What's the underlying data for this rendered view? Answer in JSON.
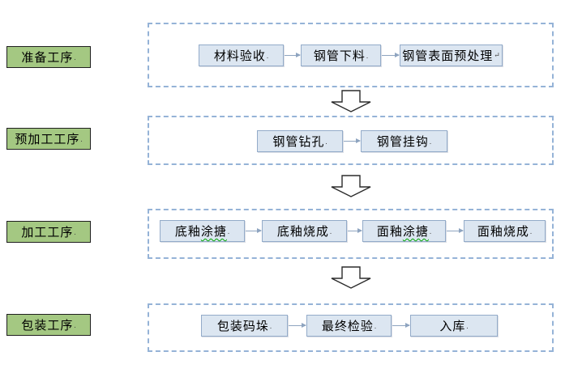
{
  "diagram": {
    "title": "",
    "stages": [
      {
        "label": "准备工序",
        "mark": ".",
        "steps": [
          {
            "label": "材料验收",
            "mark": "."
          },
          {
            "label": "钢管下料",
            "mark": "."
          },
          {
            "label": "钢管表面预处理",
            "mark": "↵"
          }
        ]
      },
      {
        "label": "预加工工序",
        "mark": ".",
        "steps": [
          {
            "label": "钢管钻孔",
            "mark": "."
          },
          {
            "label": "钢管挂钩",
            "mark": "."
          }
        ]
      },
      {
        "label": "加工工序",
        "mark": ".",
        "steps": [
          {
            "label": "底釉涂搪",
            "mark": ".",
            "wavy": "涂搪"
          },
          {
            "label": "底釉烧成",
            "mark": "."
          },
          {
            "label": "面釉涂搪",
            "mark": ".",
            "wavy": "涂搪"
          },
          {
            "label": "面釉烧成",
            "mark": "."
          }
        ]
      },
      {
        "label": "包装工序",
        "mark": ".",
        "steps": [
          {
            "label": "包装码垛",
            "mark": "."
          },
          {
            "label": "最终检验",
            "mark": "."
          },
          {
            "label": "入库",
            "mark": "."
          }
        ]
      }
    ],
    "colors": {
      "stage_label_fill": "#a4c882",
      "stage_label_border": "#1f1f1f",
      "container_border": "#95b3d7",
      "step_fill": "#dce6f1",
      "step_border": "#93abc9",
      "connector": "#8ea4c0",
      "down_arrow_fill": "#ffffff",
      "down_arrow_border": "#2b2b2b",
      "spellcheck_underline": "#00a400",
      "text": "#000000"
    }
  }
}
